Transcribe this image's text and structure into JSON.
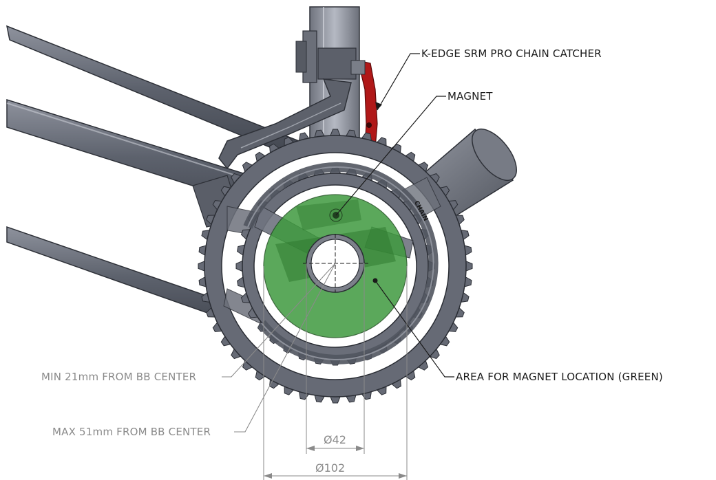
{
  "annotations": {
    "chain_catcher": "K-EDGE SRM PRO CHAIN CATCHER",
    "magnet": "MAGNET",
    "magnet_area": "AREA FOR MAGNET LOCATION (GREEN)",
    "min_radius": "MIN 21mm FROM BB CENTER",
    "max_radius": "MAX 51mm FROM BB CENTER"
  },
  "dimensions": {
    "inner_diameter": "Ø42",
    "outer_diameter": "Ø102"
  },
  "part_label": "CHAIN",
  "colors": {
    "frame": "#5f6470",
    "frame_highlight": "#a9adb8",
    "chainring": "#6a6e79",
    "green_area": "#3f9a3f",
    "chain_catcher": "#b01818",
    "leader_dark": "#1a1a1a",
    "leader_gray": "#8a8a8a"
  }
}
